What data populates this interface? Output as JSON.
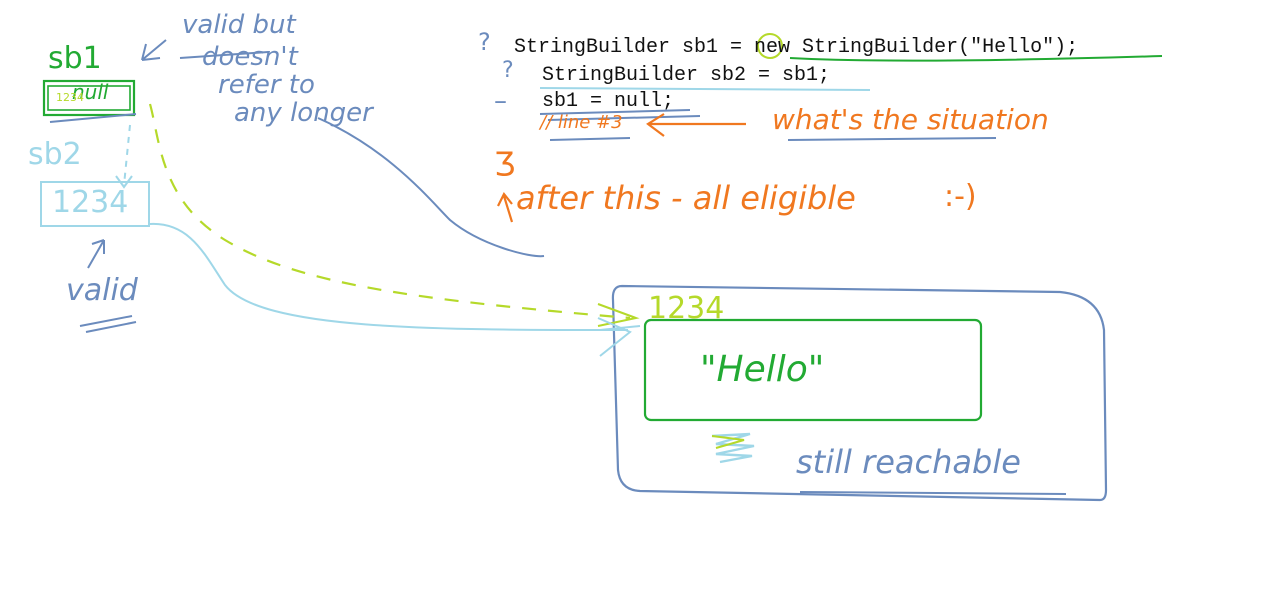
{
  "code_lines": [
    "StringBuilder sb1 = new StringBuilder(\"Hello\");",
    "StringBuilder sb2 = sb1;",
    "sb1 = null;"
  ],
  "labels": {
    "sb1": "sb1",
    "sb1_value": "null",
    "sb1_old_value": "1234",
    "sb2": "sb2",
    "sb2_value": "1234",
    "valid": "valid",
    "valid_but": "valid but",
    "doesnt": "doesn't",
    "refer_to": "refer to",
    "any_longer": "any longer",
    "line_marker": "// line #3",
    "whats_situation": "what's the situation",
    "question_mark_1": "?",
    "question_mark_2": "?",
    "dash_marker": "–",
    "brace_marker": "Ʒ",
    "after_this": "after this - all eligible",
    "smiley": ":-)",
    "heap_address": "1234",
    "hello_object": "\"Hello\"",
    "still_reachable": "still reachable"
  },
  "colors": {
    "green": "#22aa33",
    "lime": "#b5d92a",
    "light_blue": "#9fd7e8",
    "slate_blue": "#6b8bbd",
    "orange": "#f07820",
    "code": "#111111"
  }
}
